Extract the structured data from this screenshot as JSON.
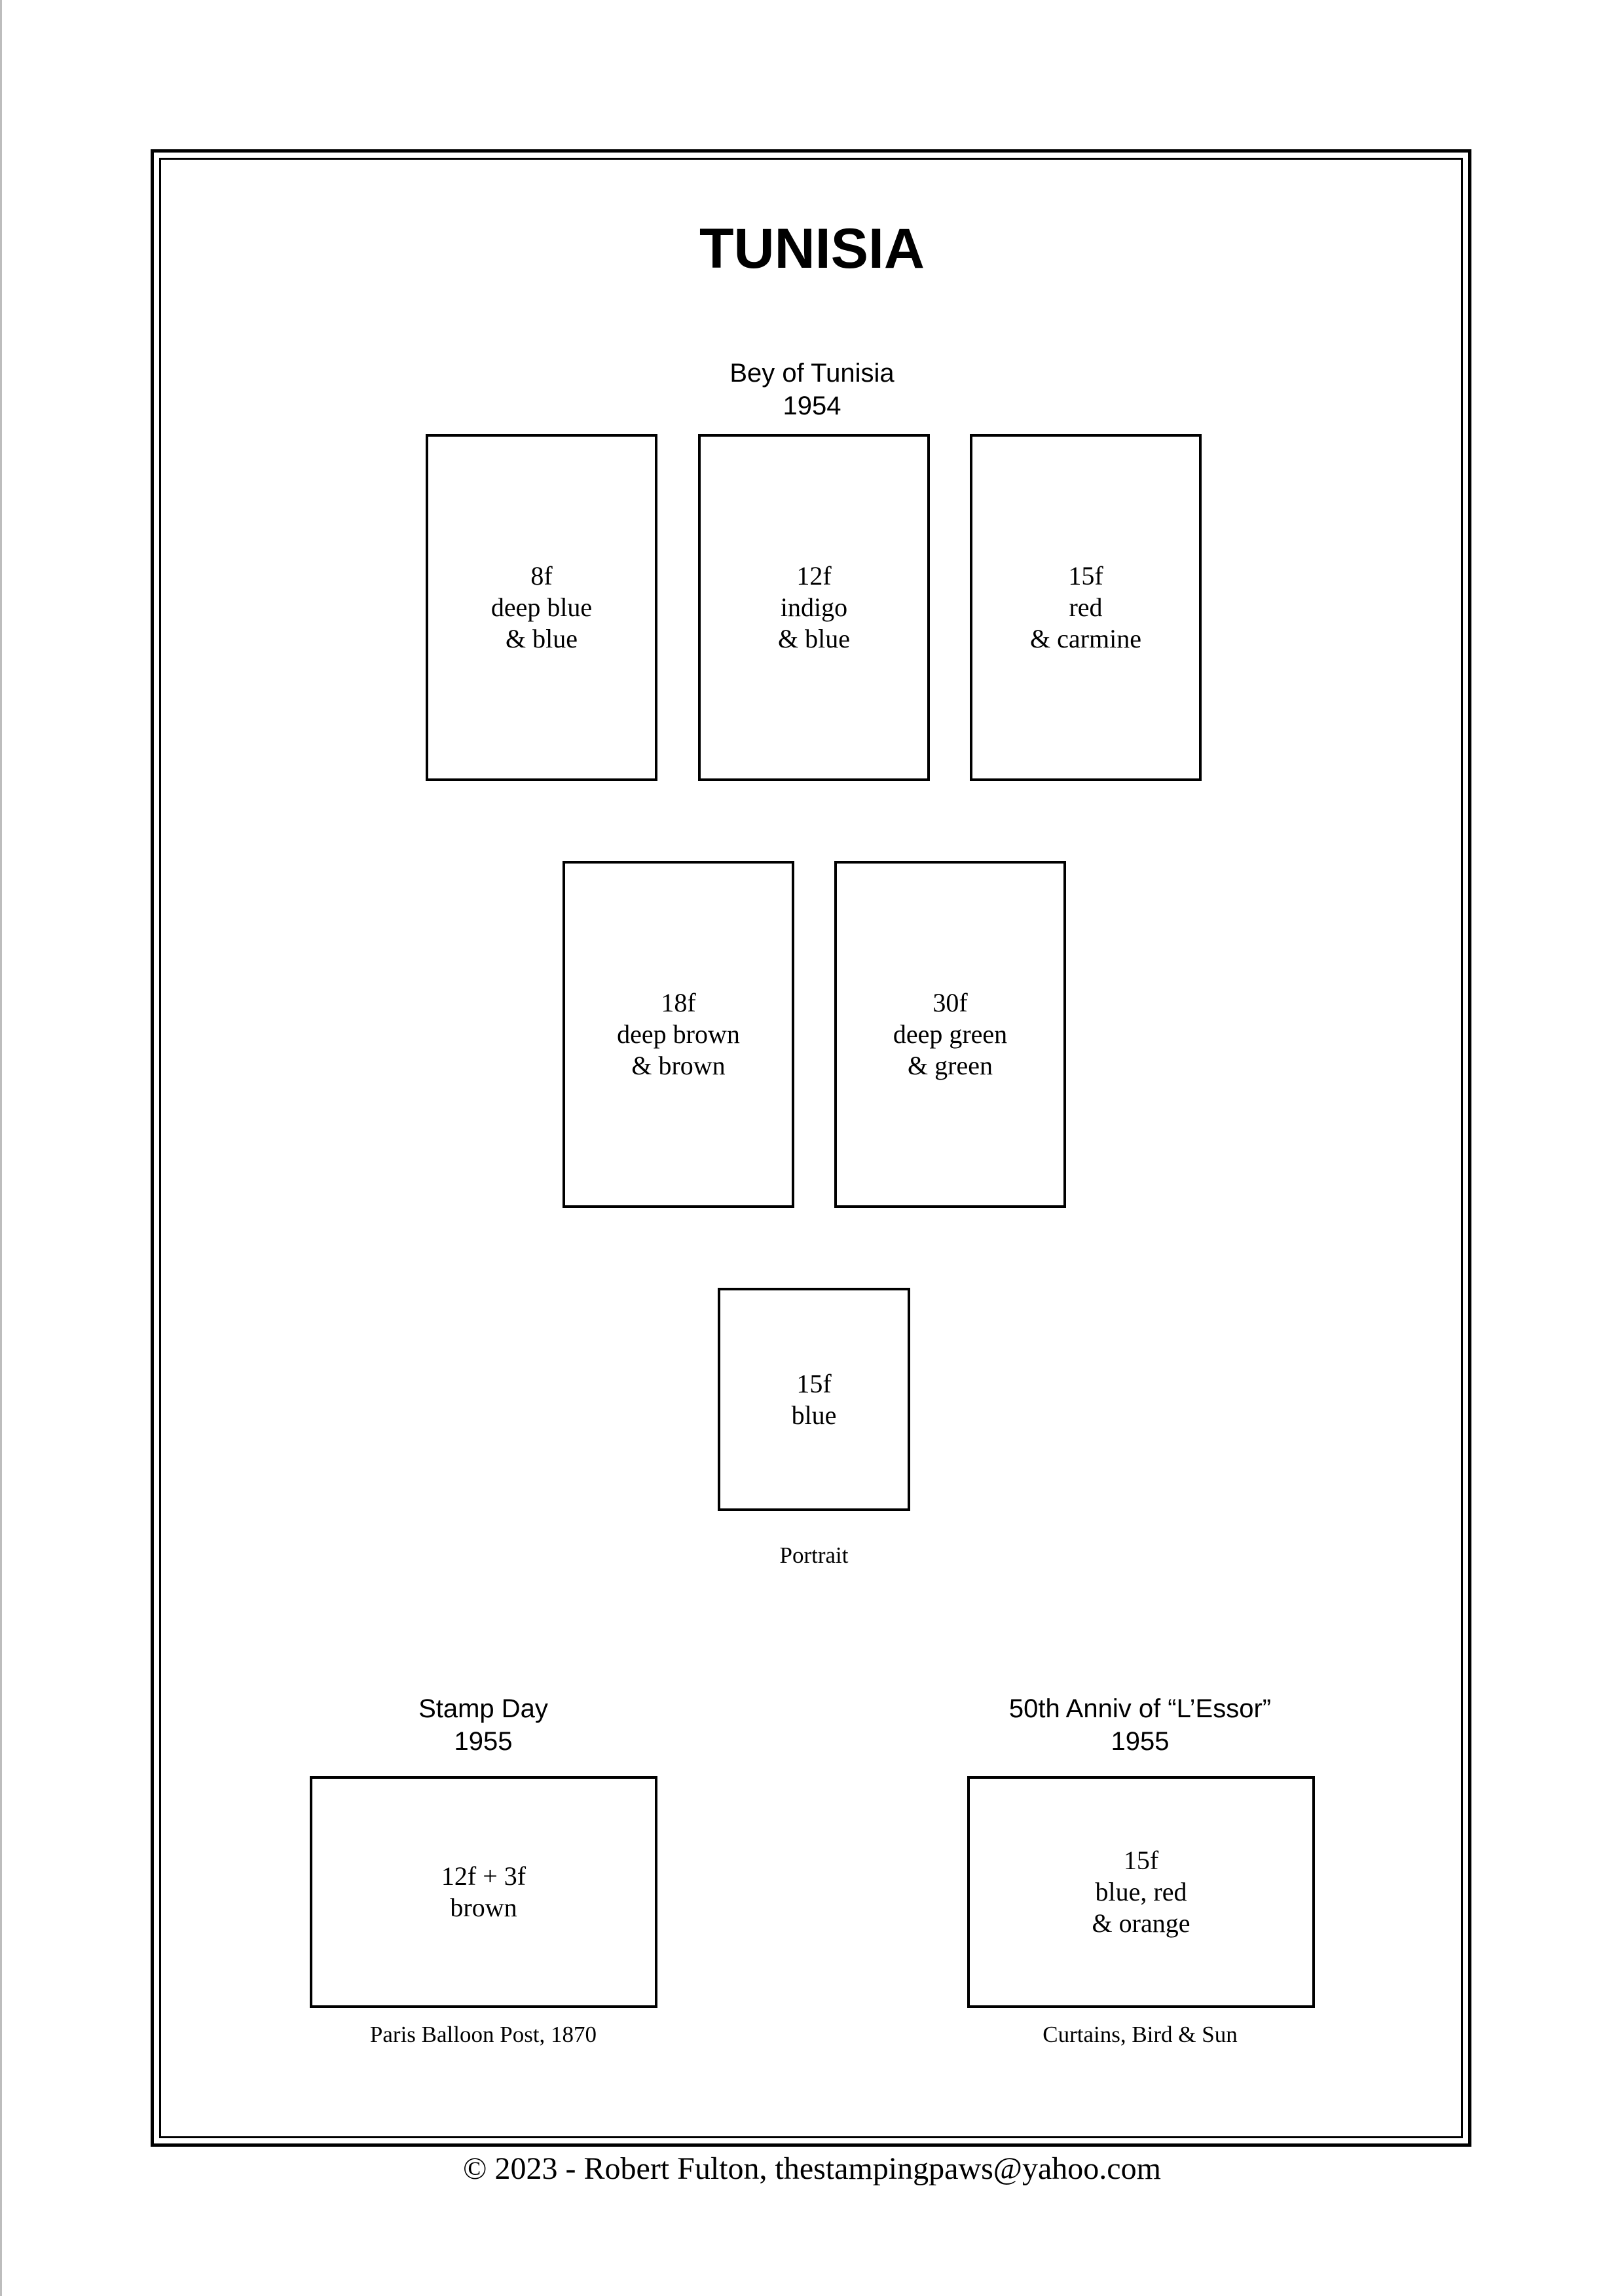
{
  "page": {
    "title": "TUNISIA",
    "footer": "© 2023 -  Robert Fulton, thestampingpaws@yahoo.com"
  },
  "sections": [
    {
      "heading": [
        "Bey of Tunisia",
        "1954"
      ],
      "stamps": [
        {
          "lines": [
            "8f",
            "deep blue",
            "& blue"
          ]
        },
        {
          "lines": [
            "12f",
            "indigo",
            "& blue"
          ]
        },
        {
          "lines": [
            "15f",
            "red",
            "& carmine"
          ]
        },
        {
          "lines": [
            "18f",
            "deep brown",
            "& brown"
          ]
        },
        {
          "lines": [
            "30f",
            "deep green",
            "& green"
          ]
        },
        {
          "lines": [
            "15f",
            "blue"
          ],
          "caption": "Portrait"
        }
      ]
    },
    {
      "heading": [
        "Stamp Day",
        "1955"
      ],
      "stamps": [
        {
          "lines": [
            "12f + 3f",
            "brown"
          ],
          "caption": "Paris Balloon Post, 1870"
        }
      ]
    },
    {
      "heading": [
        "50th Anniv of “L’Essor”",
        "1955"
      ],
      "stamps": [
        {
          "lines": [
            "15f",
            "blue, red",
            "& orange"
          ],
          "caption": "Curtains, Bird & Sun"
        }
      ]
    }
  ]
}
